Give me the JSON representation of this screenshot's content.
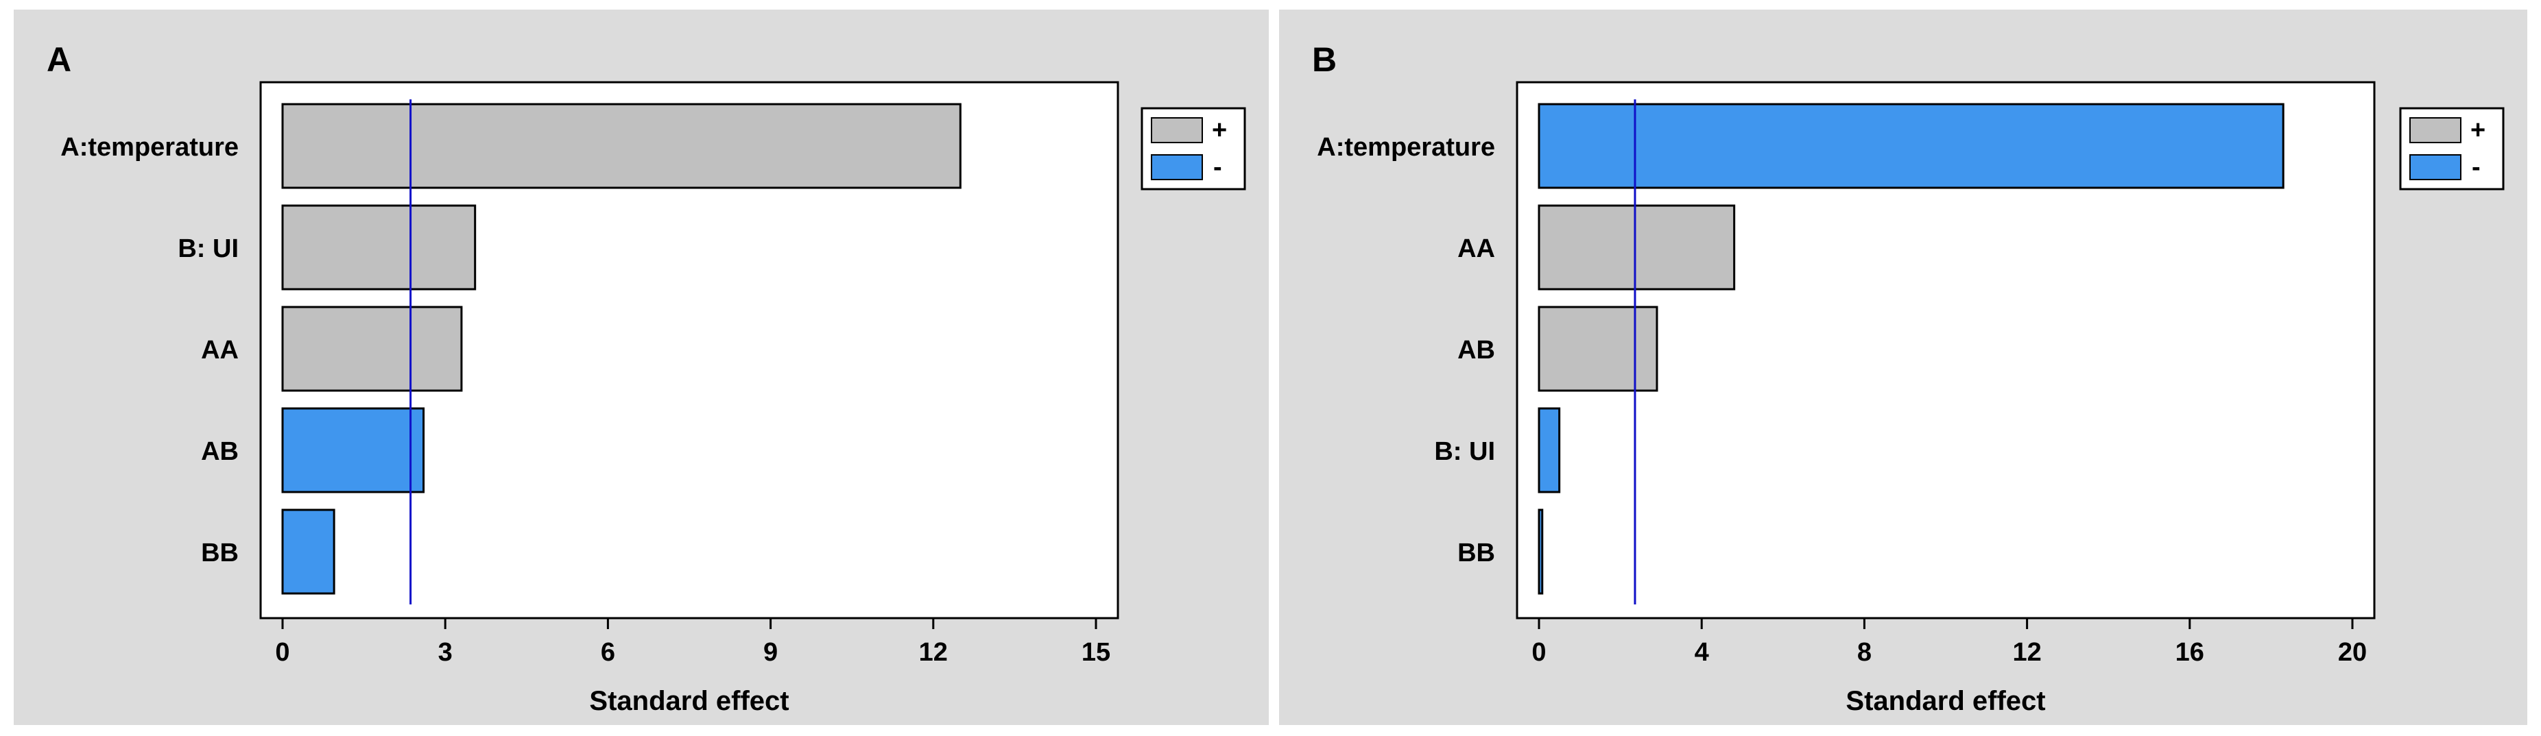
{
  "colors": {
    "panel_bg": "#dcdcdc",
    "plot_bg": "#ffffff",
    "positive": "#c0c0c0",
    "negative": "#4096ee",
    "reference_line": "#1010c8",
    "border": "#000000"
  },
  "legend": {
    "positive_label": "+",
    "negative_label": "-"
  },
  "chart_data": [
    {
      "type": "bar",
      "orientation": "horizontal",
      "panel_label": "A",
      "xlabel": "Standard effect",
      "xlim": [
        0,
        15
      ],
      "xticks": [
        0,
        3,
        6,
        9,
        12,
        15
      ],
      "reference_line": 2.36,
      "legend_position": "top-right",
      "bars": [
        {
          "label": "A:temperature",
          "value": 12.5,
          "sign": "+"
        },
        {
          "label": "B: UI",
          "value": 3.55,
          "sign": "+"
        },
        {
          "label": "AA",
          "value": 3.3,
          "sign": "+"
        },
        {
          "label": "AB",
          "value": 2.6,
          "sign": "-"
        },
        {
          "label": "BB",
          "value": 0.95,
          "sign": "-"
        }
      ]
    },
    {
      "type": "bar",
      "orientation": "horizontal",
      "panel_label": "B",
      "xlabel": "Standard effect",
      "xlim": [
        0,
        20
      ],
      "xticks": [
        0,
        4,
        8,
        12,
        16,
        20
      ],
      "reference_line": 2.36,
      "legend_position": "top-right",
      "bars": [
        {
          "label": "A:temperature",
          "value": 18.3,
          "sign": "-"
        },
        {
          "label": "AA",
          "value": 4.8,
          "sign": "+"
        },
        {
          "label": "AB",
          "value": 2.9,
          "sign": "+"
        },
        {
          "label": "B: UI",
          "value": 0.5,
          "sign": "-"
        },
        {
          "label": "BB",
          "value": 0.08,
          "sign": "-"
        }
      ]
    }
  ]
}
